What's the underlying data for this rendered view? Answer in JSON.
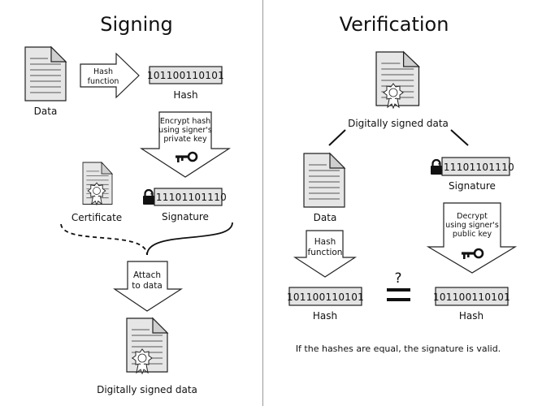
{
  "signing": {
    "title": "Signing",
    "data_label": "Data",
    "hash_function_line1": "Hash",
    "hash_function_line2": "function",
    "hash_value": "101100110101",
    "hash_label": "Hash",
    "encrypt_line1": "Encrypt hash",
    "encrypt_line2": "using signer's",
    "encrypt_line3": "private key",
    "certificate_label": "Certificate",
    "signature_value": "111101101110",
    "signature_label": "Signature",
    "attach_line1": "Attach",
    "attach_line2": "to data",
    "output_label": "Digitally signed data"
  },
  "verification": {
    "title": "Verification",
    "input_label": "Digitally signed data",
    "data_label": "Data",
    "signature_value": "111101101110",
    "signature_label": "Signature",
    "hash_function_line1": "Hash",
    "hash_function_line2": "function",
    "decrypt_line1": "Decrypt",
    "decrypt_line2": "using signer's",
    "decrypt_line3": "public key",
    "question_mark": "?",
    "hash_left_value": "101100110101",
    "hash_left_label": "Hash",
    "hash_right_value": "101100110101",
    "hash_right_label": "Hash",
    "conclusion": "If the hashes are equal, the signature is valid."
  },
  "icons": {
    "document": "document-icon",
    "certificate": "certificate-seal-icon",
    "private_key": "key-icon",
    "public_key": "key-icon",
    "lock": "lock-icon",
    "equals": "equals-icon"
  },
  "colors": {
    "doc_fill": "#e6e6e6",
    "box_fill": "#e3e3e3",
    "stroke": "#222222",
    "divider": "#999999"
  }
}
